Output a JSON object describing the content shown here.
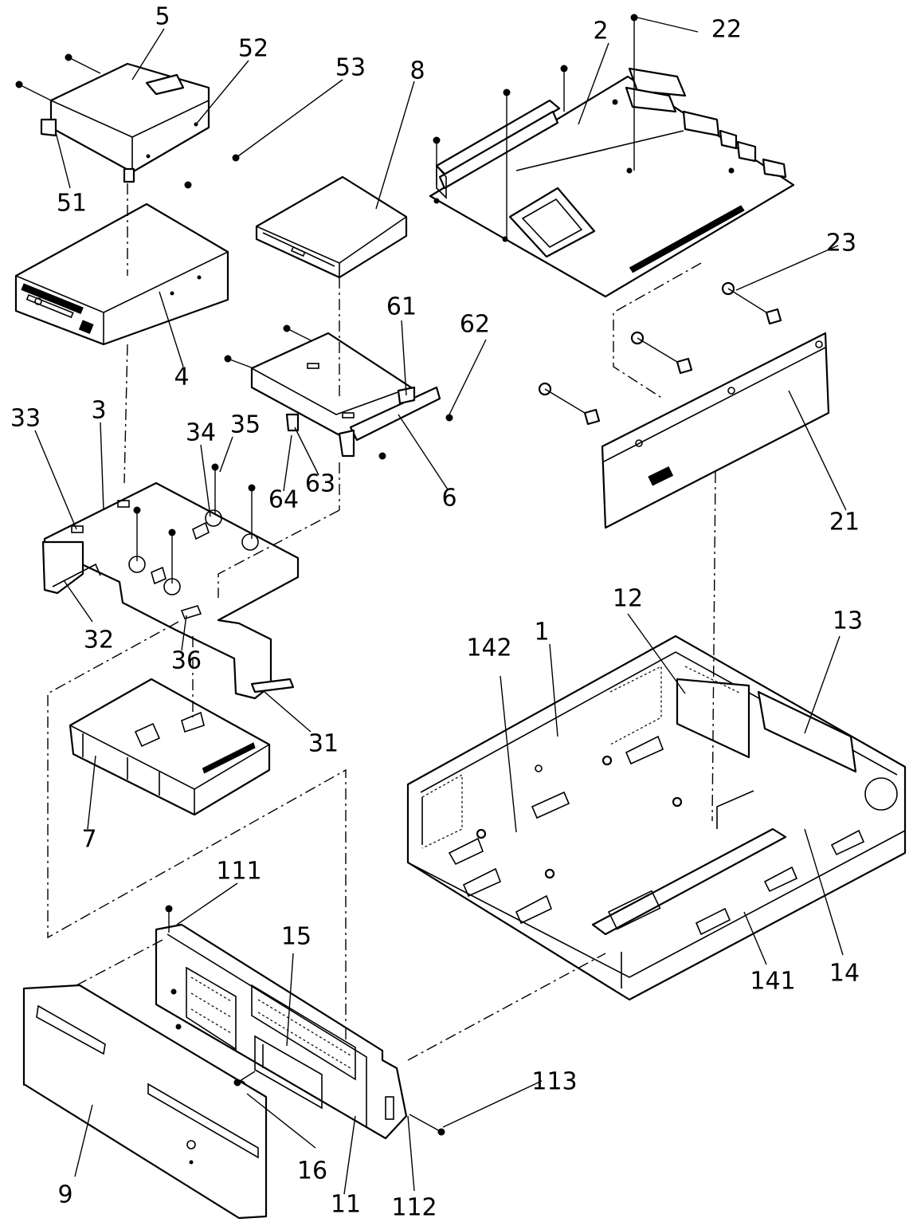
{
  "labels": {
    "l1": "1",
    "l2": "2",
    "l3": "3",
    "l4": "4",
    "l5": "5",
    "l6": "6",
    "l7": "7",
    "l8": "8",
    "l9": "9",
    "l11": "11",
    "l12": "12",
    "l13": "13",
    "l14": "14",
    "l15": "15",
    "l16": "16",
    "l21": "21",
    "l22": "22",
    "l23": "23",
    "l31": "31",
    "l32": "32",
    "l33": "33",
    "l34": "34",
    "l35": "35",
    "l36": "36",
    "l51": "51",
    "l52": "52",
    "l53": "53",
    "l61": "61",
    "l62": "62",
    "l63": "63",
    "l64": "64",
    "l111": "111",
    "l112": "112",
    "l113": "113",
    "l141": "141",
    "l142": "142"
  }
}
